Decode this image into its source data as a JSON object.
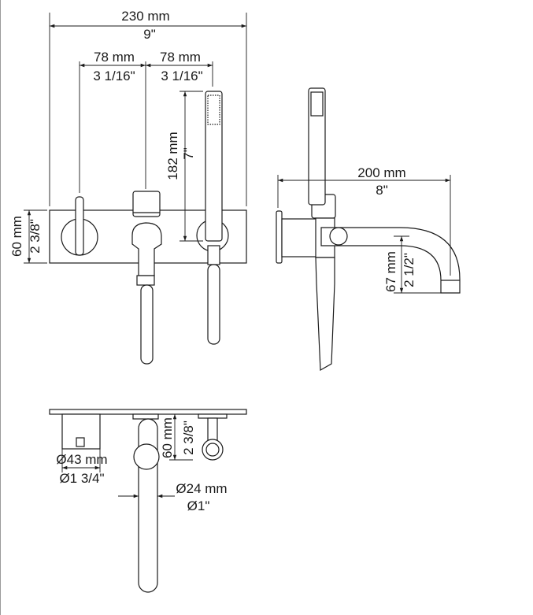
{
  "front_view": {
    "overall_width_mm": "230 mm",
    "overall_width_in": "9\"",
    "spacing_left_mm": "78 mm",
    "spacing_left_in": "3 1/16\"",
    "spacing_right_mm": "78 mm",
    "spacing_right_in": "3 1/16\"",
    "handshower_height_mm": "182 mm",
    "handshower_height_in": "7\"",
    "plate_height_mm": "60 mm",
    "plate_height_in": "2 3/8\""
  },
  "side_view": {
    "spout_reach_mm": "200 mm",
    "spout_reach_in": "8\"",
    "spout_height_mm": "67 mm",
    "spout_height_in": "2 1/2\""
  },
  "top_view": {
    "plate_depth_mm": "60 mm",
    "plate_depth_in": "2 3/8\"",
    "handle_diameter_mm": "Ø43 mm",
    "handle_diameter_in": "Ø1 3/4\"",
    "spout_diameter_mm": "Ø24 mm",
    "spout_diameter_in": "Ø1\""
  }
}
